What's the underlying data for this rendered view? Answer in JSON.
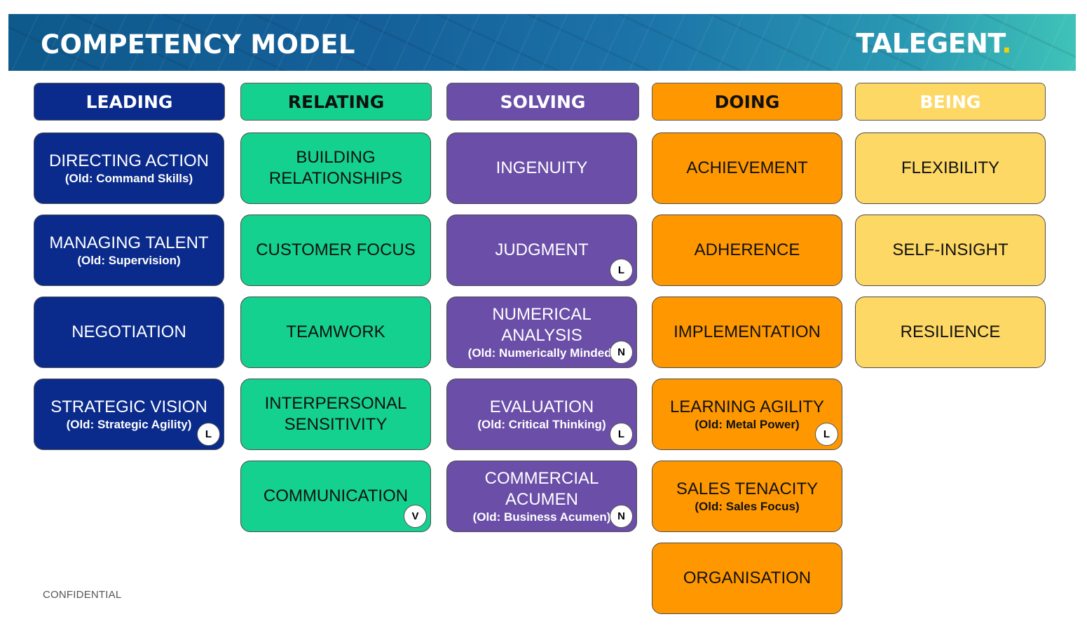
{
  "banner": {
    "title": "COMPETENCY MODEL",
    "logo_text": "TALEGENT",
    "logo_dot": "."
  },
  "columns": [
    {
      "header": "LEADING",
      "color": "#0a2b8c",
      "cards": [
        {
          "title": "DIRECTING ACTION",
          "subtitle": "(Old: Command Skills)",
          "badge": ""
        },
        {
          "title": "MANAGING TALENT",
          "subtitle": "(Old: Supervision)",
          "badge": ""
        },
        {
          "title": "NEGOTIATION",
          "subtitle": "",
          "badge": ""
        },
        {
          "title": "STRATEGIC VISION",
          "subtitle": "(Old: Strategic Agility)",
          "badge": "L"
        }
      ]
    },
    {
      "header": "RELATING",
      "color": "#14d18f",
      "cards": [
        {
          "title": "BUILDING RELATIONSHIPS",
          "subtitle": "",
          "badge": ""
        },
        {
          "title": "CUSTOMER FOCUS",
          "subtitle": "",
          "badge": ""
        },
        {
          "title": "TEAMWORK",
          "subtitle": "",
          "badge": ""
        },
        {
          "title": "INTERPERSONAL SENSITIVITY",
          "subtitle": "",
          "badge": ""
        },
        {
          "title": "COMMUNICATION",
          "subtitle": "",
          "badge": "V"
        }
      ]
    },
    {
      "header": "SOLVING",
      "color": "#6a4ea8",
      "cards": [
        {
          "title": "INGENUITY",
          "subtitle": "",
          "badge": ""
        },
        {
          "title": "JUDGMENT",
          "subtitle": "",
          "badge": "L"
        },
        {
          "title": "NUMERICAL ANALYSIS",
          "subtitle": "(Old: Numerically Minded)",
          "badge": "N"
        },
        {
          "title": "EVALUATION",
          "subtitle": "(Old: Critical Thinking)",
          "badge": "L"
        },
        {
          "title": "COMMERCIAL ACUMEN",
          "subtitle": "(Old: Business Acumen)",
          "badge": "N"
        }
      ]
    },
    {
      "header": "DOING",
      "color": "#ff9800",
      "cards": [
        {
          "title": "ACHIEVEMENT",
          "subtitle": "",
          "badge": ""
        },
        {
          "title": "ADHERENCE",
          "subtitle": "",
          "badge": ""
        },
        {
          "title": "IMPLEMENTATION",
          "subtitle": "",
          "badge": ""
        },
        {
          "title": "LEARNING AGILITY",
          "subtitle": "(Old: Metal Power)",
          "badge": "L"
        },
        {
          "title": "SALES TENACITY",
          "subtitle": "(Old: Sales Focus)",
          "badge": ""
        },
        {
          "title": "ORGANISATION",
          "subtitle": "",
          "badge": ""
        }
      ]
    },
    {
      "header": "BEING",
      "color": "#fdd865",
      "cards": [
        {
          "title": "FLEXIBILITY",
          "subtitle": "",
          "badge": ""
        },
        {
          "title": "SELF-INSIGHT",
          "subtitle": "",
          "badge": ""
        },
        {
          "title": "RESILIENCE",
          "subtitle": "",
          "badge": ""
        }
      ]
    }
  ],
  "footer": {
    "confidential": "CONFIDENTIAL"
  }
}
